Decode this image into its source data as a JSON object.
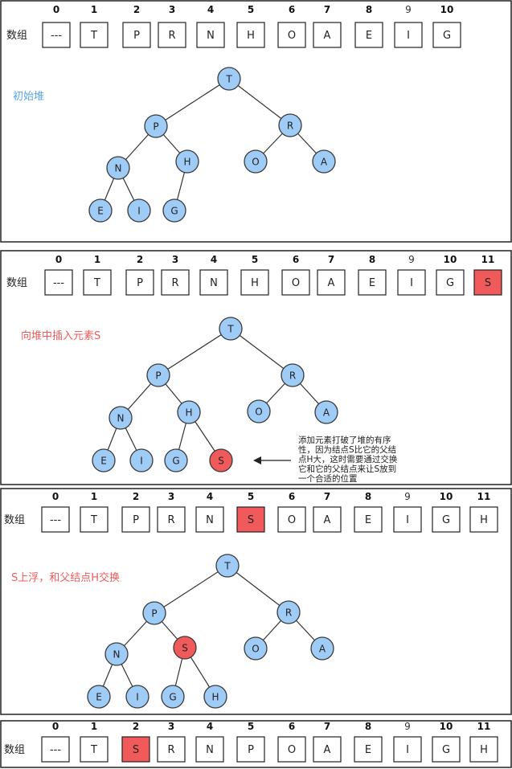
{
  "colors": {
    "node_fill": "#9fcbf7",
    "node_stroke": "#3a3a3a",
    "highlight_fill": "#f05a5a",
    "caption": "#f05a5a",
    "caption_first": "#5aa6e8",
    "panel_border": "#222222",
    "cell_border": "#222222"
  },
  "array_label": "数组",
  "panels": [
    {
      "caption": "初始堆",
      "caption_color": "caption_first",
      "indices": [
        "0",
        "1",
        "2",
        "3",
        "4",
        "5",
        "6",
        "7",
        "8",
        "9",
        "10"
      ],
      "cells": [
        "---",
        "T",
        "P",
        "R",
        "N",
        "H",
        "O",
        "A",
        "E",
        "I",
        "G"
      ],
      "highlight_cells": [],
      "tree_nodes": [
        "T",
        "P",
        "R",
        "N",
        "H",
        "O",
        "A",
        "E",
        "I",
        "G"
      ],
      "highlight_nodes": [],
      "note": []
    },
    {
      "caption": "向堆中插入元素S",
      "caption_color": "caption",
      "indices": [
        "0",
        "1",
        "2",
        "3",
        "4",
        "5",
        "6",
        "7",
        "8",
        "9",
        "10",
        "11"
      ],
      "cells": [
        "---",
        "T",
        "P",
        "R",
        "N",
        "H",
        "O",
        "A",
        "E",
        "I",
        "G",
        "S"
      ],
      "highlight_cells": [
        11
      ],
      "tree_nodes": [
        "T",
        "P",
        "R",
        "N",
        "H",
        "O",
        "A",
        "E",
        "I",
        "G",
        "S"
      ],
      "highlight_nodes": [
        10
      ],
      "note": [
        "添加元素打破了堆的有序",
        "性，因为结点S比它的父结",
        "点H大，这时需要通过交换",
        "它和它的父结点来让S放到",
        "一个合适的位置"
      ]
    },
    {
      "caption": "S上浮，和父结点H交换",
      "caption_color": "caption",
      "indices": [
        "0",
        "1",
        "2",
        "3",
        "4",
        "5",
        "6",
        "7",
        "8",
        "9",
        "10",
        "11"
      ],
      "cells": [
        "---",
        "T",
        "P",
        "R",
        "N",
        "S",
        "O",
        "A",
        "E",
        "I",
        "G",
        "H"
      ],
      "highlight_cells": [
        5
      ],
      "tree_nodes": [
        "T",
        "P",
        "R",
        "N",
        "S",
        "O",
        "A",
        "E",
        "I",
        "G",
        "H"
      ],
      "highlight_nodes": [
        4
      ],
      "note": []
    },
    {
      "caption": "",
      "caption_color": "caption",
      "indices": [
        "0",
        "1",
        "2",
        "3",
        "4",
        "5",
        "6",
        "7",
        "8",
        "9",
        "10",
        "11"
      ],
      "cells": [
        "---",
        "T",
        "S",
        "R",
        "N",
        "P",
        "O",
        "A",
        "E",
        "I",
        "G",
        "H"
      ],
      "highlight_cells": [
        2
      ],
      "tree_nodes": [],
      "highlight_nodes": [],
      "note": []
    }
  ]
}
